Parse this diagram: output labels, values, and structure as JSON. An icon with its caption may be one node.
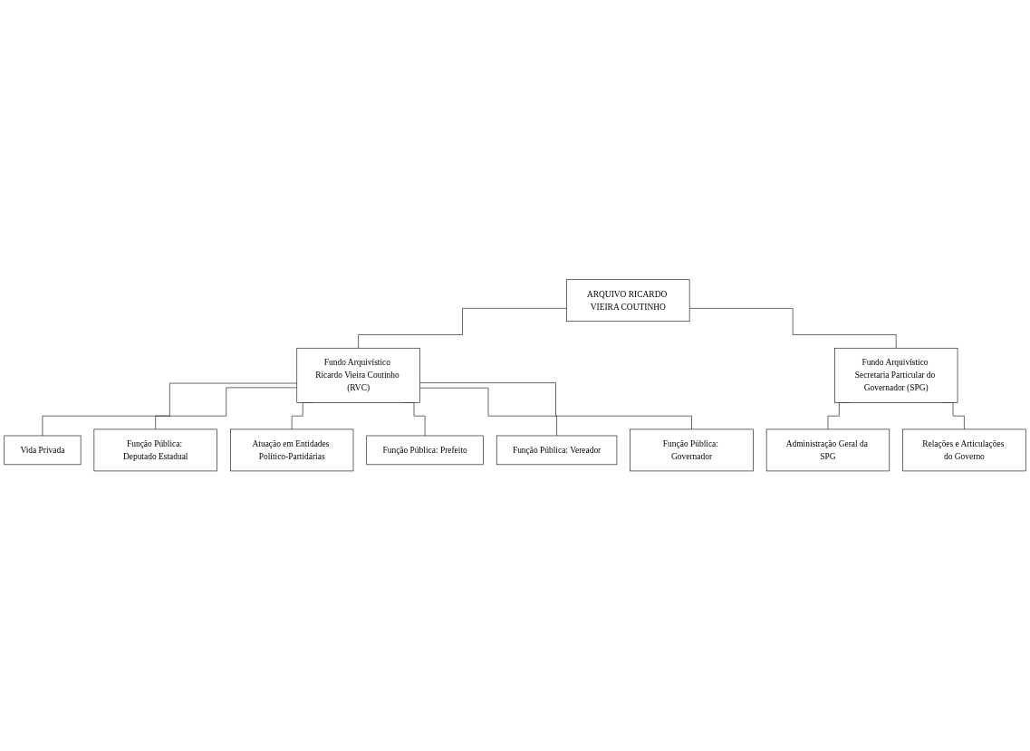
{
  "diagram": {
    "nodes": [
      {
        "text": [
          "ARQUIVO RICARDO VIEIRA COUTINHO"
        ]
      },
      {
        "text": [
          "Fundo Arquivístico Ricardo Vieira Coutinho (RVC)"
        ]
      },
      {
        "text": [
          "Fundo Arquivístico Secretaria Particular do Governador (SPG)"
        ]
      },
      {
        "text": [
          "Vida Privada"
        ]
      },
      {
        "text": [
          "Função Pública: Deputado Estadual"
        ]
      },
      {
        "text": [
          "Atuação em Entidades Político-Partidárias"
        ]
      },
      {
        "text": [
          "Função Pública: Prefeito"
        ]
      },
      {
        "text": [
          "Função Pública: Vereador"
        ]
      },
      {
        "text": [
          "Função Pública: Governador"
        ]
      },
      {
        "text": [
          "Administração Geral da SPG"
        ]
      },
      {
        "text": [
          "Relações e Articulações do Governo"
        ]
      }
    ],
    "edges": [
      {
        "from": 0,
        "to": 1,
        "arrow": "none"
      },
      {
        "from": 0,
        "to": 2,
        "arrow": "none"
      },
      {
        "from": 1,
        "to": 3,
        "arrow": "none"
      },
      {
        "from": 1,
        "to": 4,
        "arrow": "none"
      },
      {
        "from": 1,
        "to": 5,
        "arrow": "none"
      },
      {
        "from": 1,
        "to": 6,
        "arrow": "none"
      },
      {
        "from": 1,
        "to": 7,
        "arrow": "none"
      },
      {
        "from": 1,
        "to": 8,
        "arrow": "none"
      },
      {
        "from": 2,
        "to": 9,
        "arrow": "none"
      },
      {
        "from": 2,
        "to": 10,
        "arrow": "none"
      }
    ]
  }
}
